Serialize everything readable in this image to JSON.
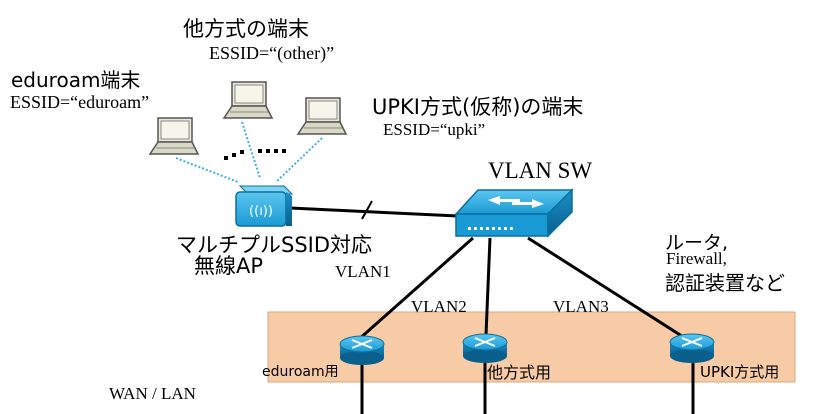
{
  "terminals": {
    "eduroam": {
      "title": "eduroam端末",
      "essid": "ESSID=“eduroam”"
    },
    "other": {
      "title": "他方式の端末",
      "essid": "ESSID=“(other)”"
    },
    "upki": {
      "title": "UPKI方式(仮称)の端末",
      "essid": "ESSID=“upki”"
    }
  },
  "ap": {
    "line1": "マルチプルSSID対応",
    "line2": "無線AP",
    "icon": "wireless-ap-icon"
  },
  "switch": {
    "label": "VLAN SW",
    "icon": "vlan-switch-icon"
  },
  "vlans": [
    "VLAN1",
    "VLAN2",
    "VLAN3"
  ],
  "routers": [
    {
      "label": "eduroam用",
      "icon": "router-icon"
    },
    {
      "label": "他方式用",
      "icon": "router-icon"
    },
    {
      "label": "UPKI方式用",
      "icon": "router-icon"
    }
  ],
  "network_note": {
    "line1": "ルータ,",
    "line2": "Firewall,",
    "line3": "認証装置など"
  },
  "wan_lan": "WAN / LAN",
  "colors": {
    "zone": "#f8cba7",
    "device_blue": "#1aa0d8",
    "device_dark": "#0b6f9e",
    "laptop": "#e8e8d8"
  }
}
